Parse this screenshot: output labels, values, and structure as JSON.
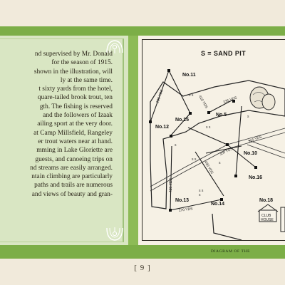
{
  "text_lines": [
    "nd supervised by Mr. Donald",
    "for the season of 1915.",
    "shown in the illustration, will",
    "ly at the same time.",
    "t sixty yards from the hotel,",
    "quare-tailed brook trout, ten",
    "gth.  The fishing is reserved",
    "and the followers of Izaak",
    "ailing sport at the very door.",
    "at Camp Millsfield, Rangeley",
    "er trout waters near at hand.",
    "mming in Lake Gloriette are",
    "guests, and canoeing trips on",
    "nd streams are easily arranged.",
    "ntain climbing are particularly",
    "paths and trails are numerous",
    "and views of beauty and gran-"
  ],
  "map": {
    "legend": "S = SAND PIT",
    "holes": {
      "h11": "No.11",
      "h5": "No.5",
      "h15": "No.15",
      "h12": "No.12",
      "h10": "No.10",
      "h16": "No.16",
      "h13": "No.13",
      "h14": "No.14",
      "h18": "No.18"
    },
    "distances": {
      "d1": "200 YDS",
      "d2": "410 YDS",
      "d3": "235 YDS",
      "d4": "350 YDS",
      "d5": "315 YDS",
      "d6": "430 YDS",
      "d7": "420 YDS",
      "d8": "170 YDS"
    },
    "club_house": [
      "CLUB",
      "HOUSE"
    ]
  },
  "caption": "DIAGRAM OF THE",
  "page_number": "[ 9 ]"
}
